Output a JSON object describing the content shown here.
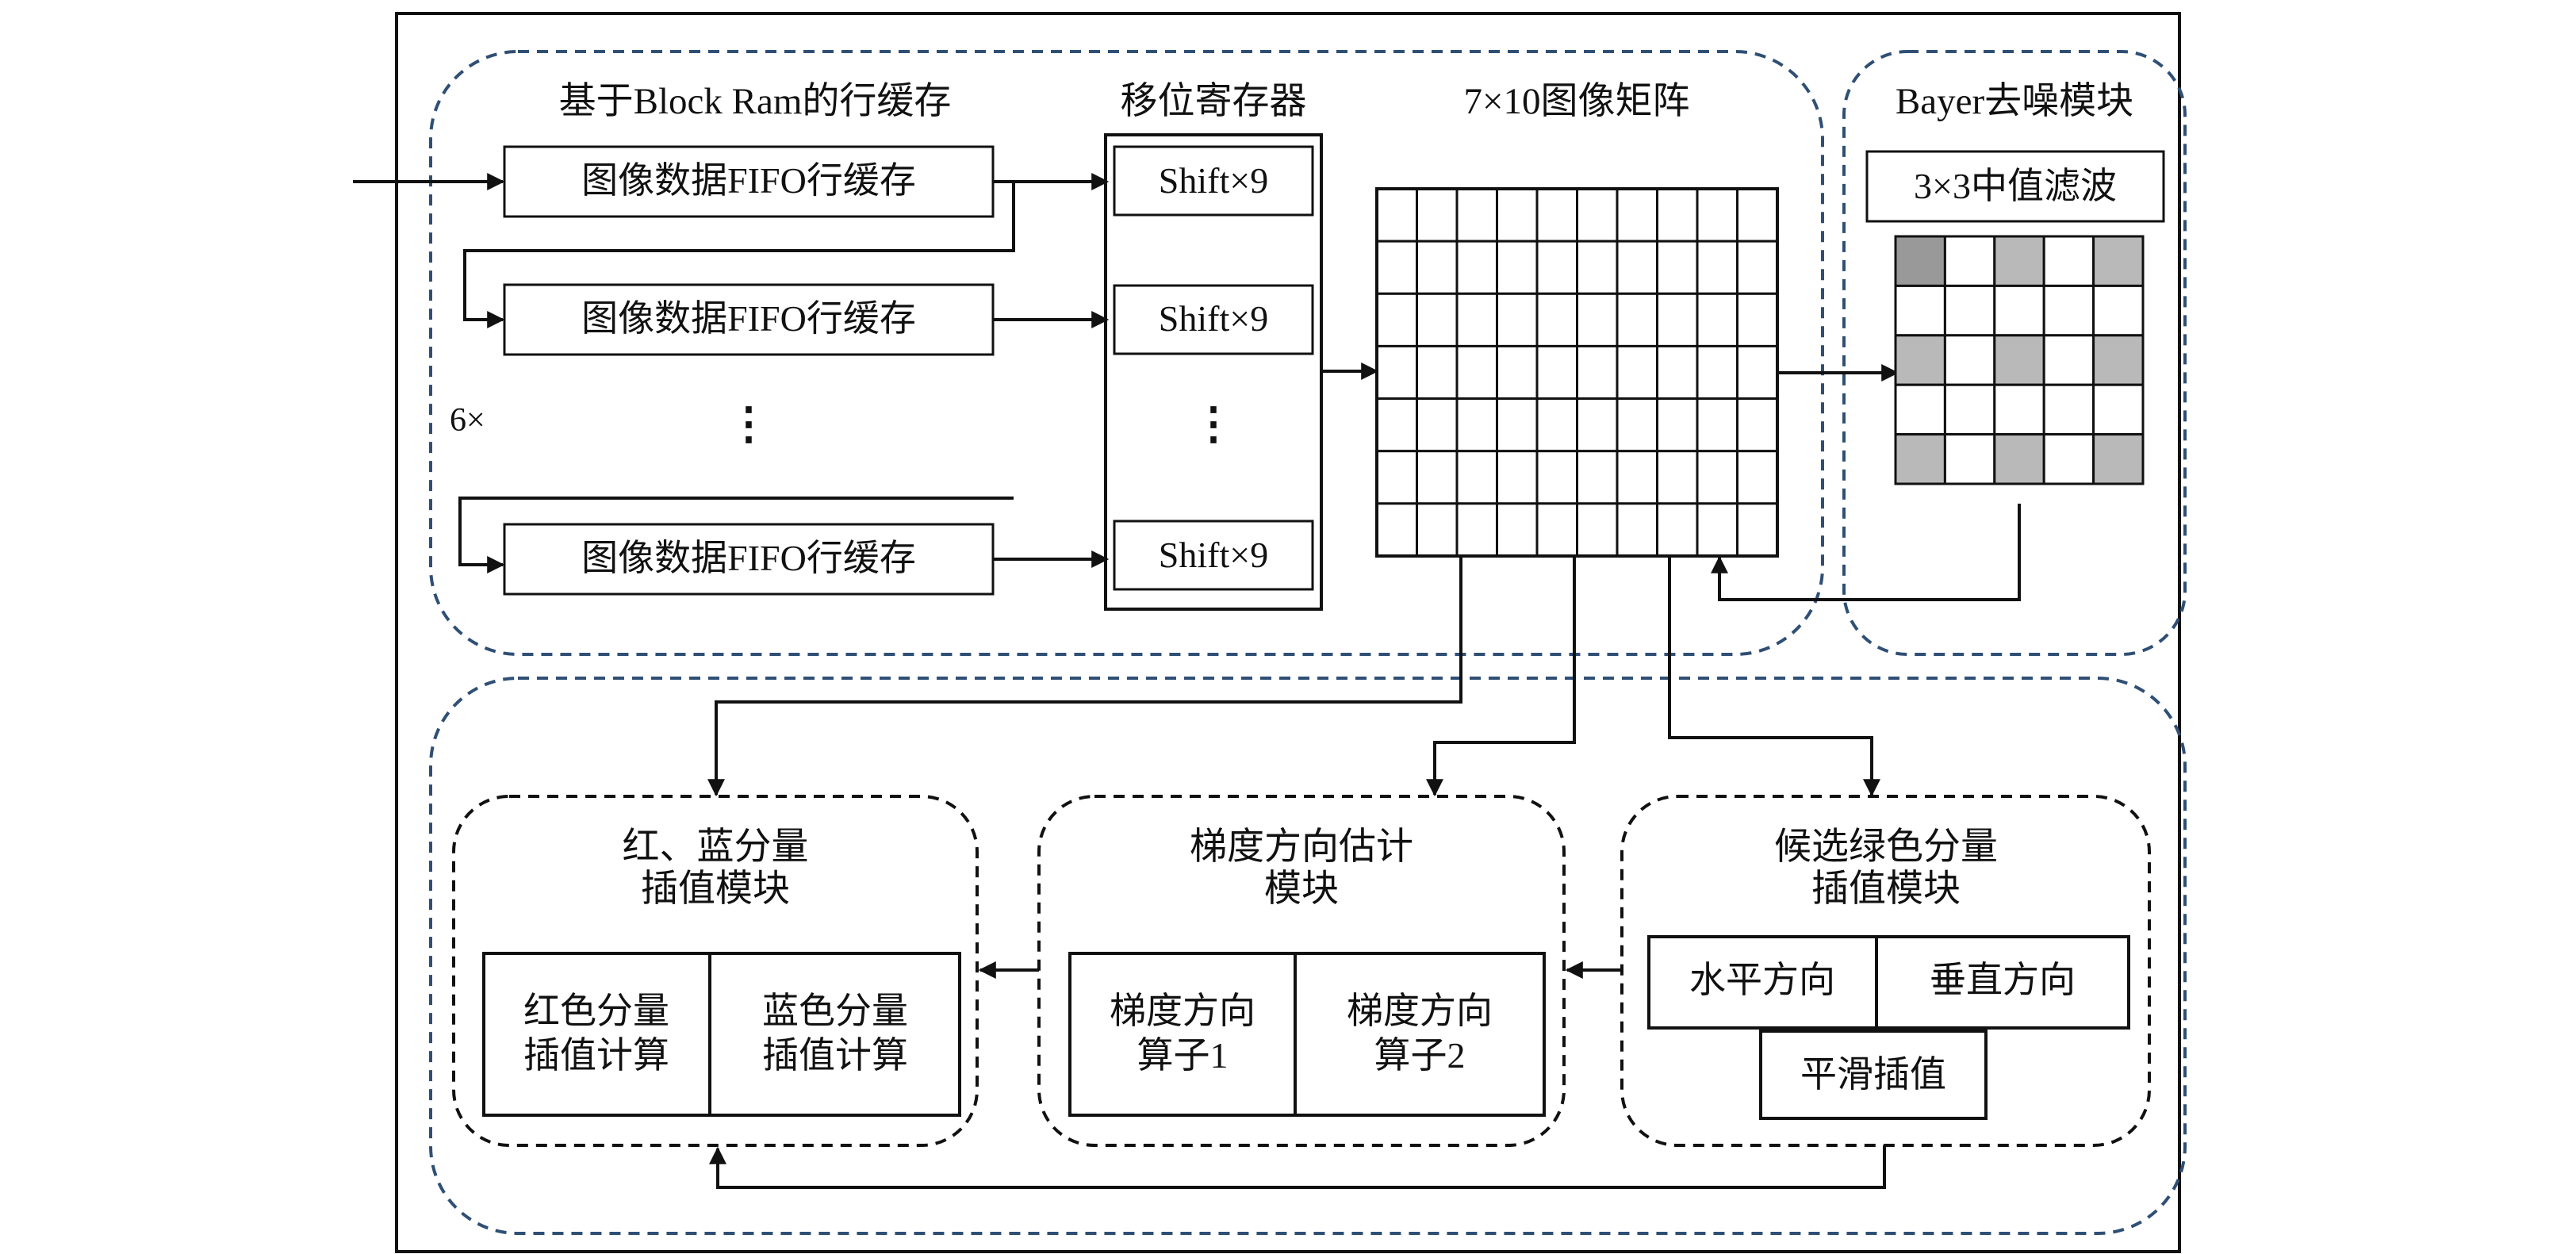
{
  "colors": {
    "line": "#111111",
    "region_dash": "#2f4f75",
    "cell_dark": "#999999",
    "cell_light": "#b9b9b9",
    "cell_white": "#ffffff"
  },
  "line_buffer": {
    "title": "基于Block Ram的行缓存",
    "rows": [
      "图像数据FIFO行缓存",
      "图像数据FIFO行缓存",
      "图像数据FIFO行缓存"
    ],
    "ellipsis": "⋮",
    "repeat_label": "6×"
  },
  "shift_register": {
    "title": "移位寄存器",
    "cells": [
      "Shift×9",
      "Shift×9",
      "Shift×9"
    ],
    "ellipsis": "⋮"
  },
  "image_matrix": {
    "title": "7×10图像矩阵",
    "rows": 7,
    "cols": 10
  },
  "bayer": {
    "title": "Bayer去噪模块",
    "filter_label": "3×3中值滤波",
    "grid": [
      [
        "dark",
        "white",
        "light",
        "white",
        "light"
      ],
      [
        "white",
        "white",
        "white",
        "white",
        "white"
      ],
      [
        "light",
        "white",
        "light",
        "white",
        "light"
      ],
      [
        "white",
        "white",
        "white",
        "white",
        "white"
      ],
      [
        "light",
        "white",
        "light",
        "white",
        "light"
      ]
    ]
  },
  "rb_module": {
    "title_line1": "红、蓝分量",
    "title_line2": "插值模块",
    "sub": [
      {
        "line1": "红色分量",
        "line2": "插值计算"
      },
      {
        "line1": "蓝色分量",
        "line2": "插值计算"
      }
    ]
  },
  "gradient_module": {
    "title_line1": "梯度方向估计",
    "title_line2": "模块",
    "sub": [
      {
        "line1": "梯度方向",
        "line2": "算子1"
      },
      {
        "line1": "梯度方向",
        "line2": "算子2"
      }
    ]
  },
  "green_module": {
    "title_line1": "候选绿色分量",
    "title_line2": "插值模块",
    "horizontal": "水平方向",
    "vertical": "垂直方向",
    "smooth": "平滑插值"
  }
}
